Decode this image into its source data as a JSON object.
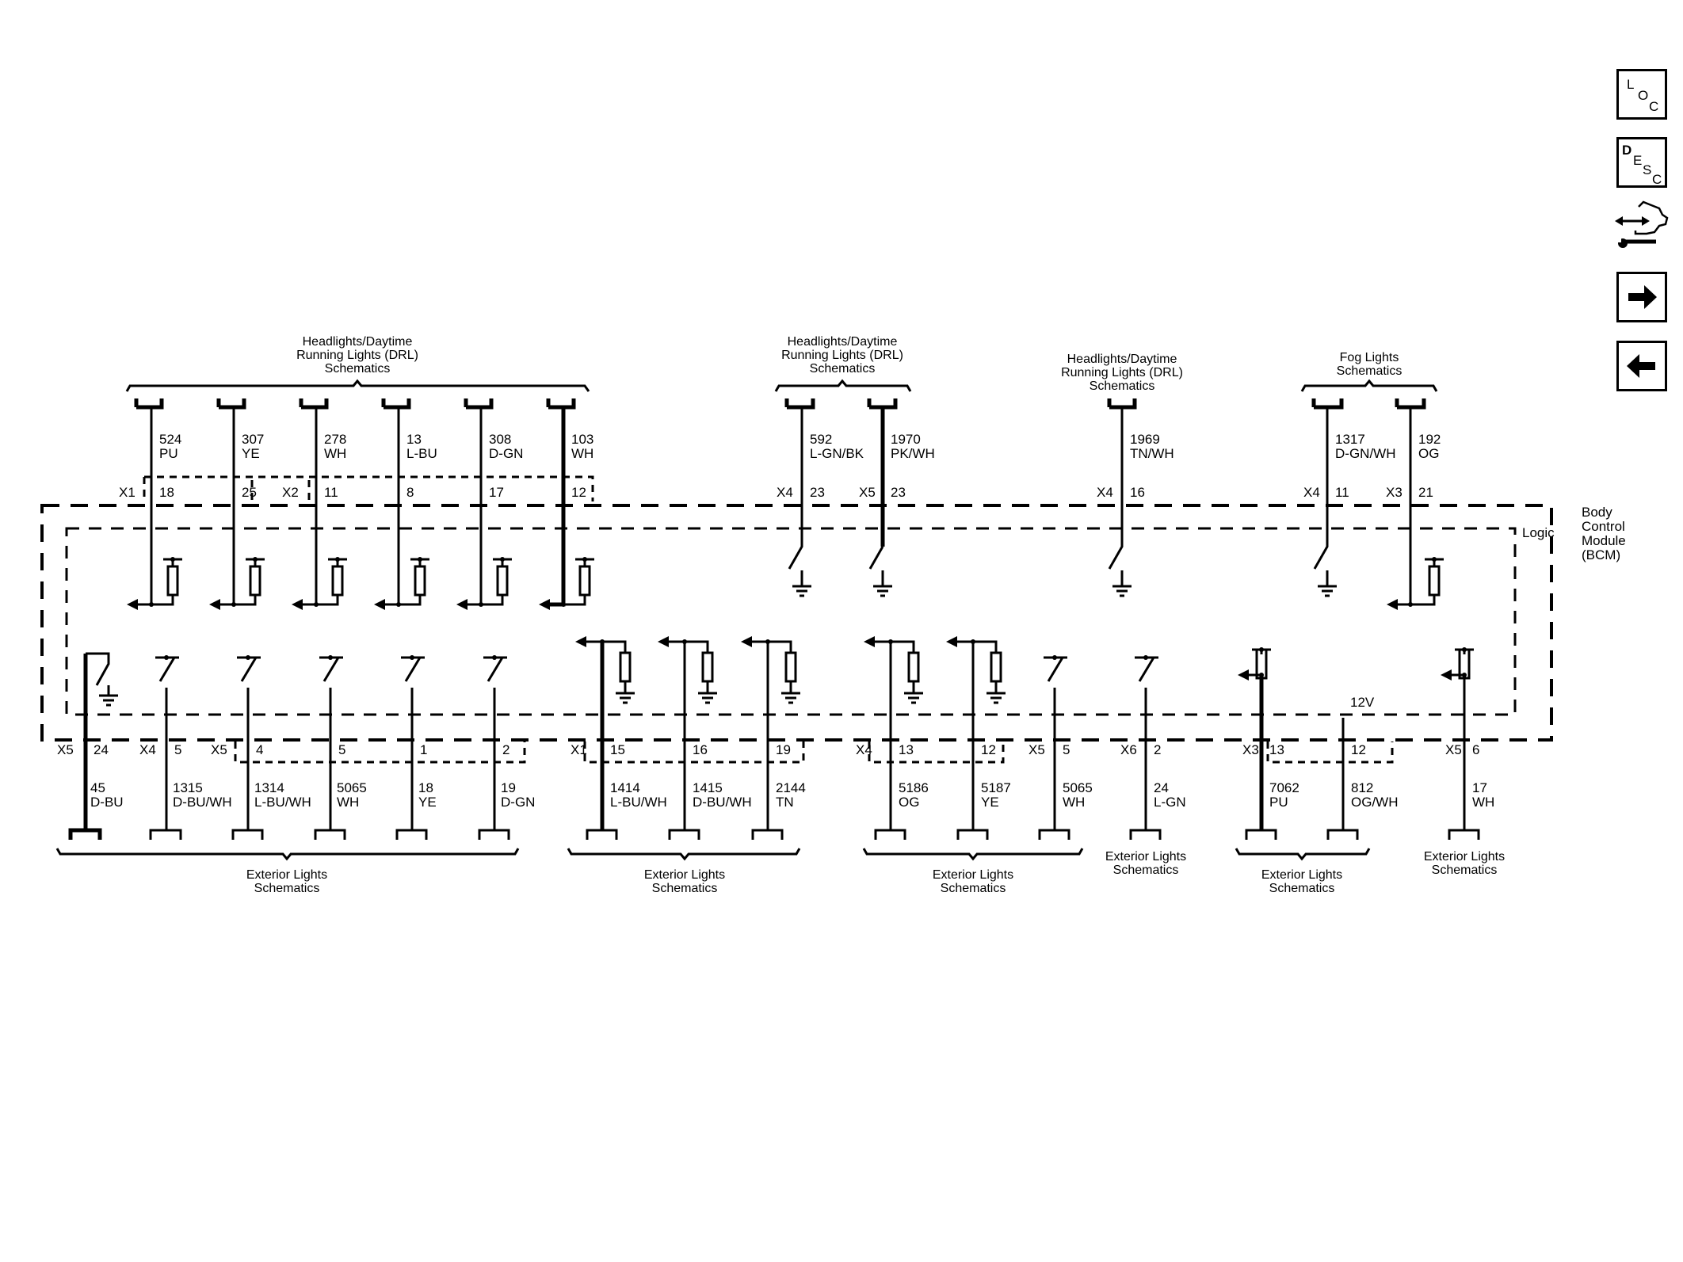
{
  "module": {
    "name_lines": [
      "Body",
      "Control",
      "Module",
      "(BCM)"
    ],
    "logic_label": "Logic",
    "voltage_label": "12V"
  },
  "top_groups": [
    {
      "caption": [
        "Headlights/Daytime",
        "Running Lights (DRL)",
        "Schematics"
      ]
    },
    {
      "caption": [
        "Headlights/Daytime",
        "Running Lights (DRL)",
        "Schematics"
      ]
    },
    {
      "caption": [
        "Headlights/Daytime",
        "Running Lights (DRL)",
        "Schematics"
      ]
    },
    {
      "caption": [
        "Fog Lights",
        "Schematics"
      ]
    }
  ],
  "top_wires": [
    {
      "circuit": "524",
      "color": "PU",
      "connector": "X1",
      "pin": "18"
    },
    {
      "circuit": "307",
      "color": "YE",
      "connector": "",
      "pin": "25"
    },
    {
      "circuit": "278",
      "color": "WH",
      "connector": "X2",
      "pin": "11"
    },
    {
      "circuit": "13",
      "color": "L-BU",
      "connector": "",
      "pin": "8"
    },
    {
      "circuit": "308",
      "color": "D-GN",
      "connector": "",
      "pin": "17"
    },
    {
      "circuit": "103",
      "color": "WH",
      "connector": "",
      "pin": "12"
    },
    {
      "circuit": "592",
      "color": "L-GN/BK",
      "connector": "X4",
      "pin": "23"
    },
    {
      "circuit": "1970",
      "color": "PK/WH",
      "connector": "X5",
      "pin": "23"
    },
    {
      "circuit": "1969",
      "color": "TN/WH",
      "connector": "X4",
      "pin": "16"
    },
    {
      "circuit": "1317",
      "color": "D-GN/WH",
      "connector": "X4",
      "pin": "11"
    },
    {
      "circuit": "192",
      "color": "OG",
      "connector": "X3",
      "pin": "21"
    }
  ],
  "bottom_groups": [
    {
      "caption": [
        "Exterior Lights",
        "Schematics"
      ]
    },
    {
      "caption": [
        "Exterior Lights",
        "Schematics"
      ]
    },
    {
      "caption": [
        "Exterior Lights",
        "Schematics"
      ]
    },
    {
      "caption": [
        "Exterior Lights",
        "Schematics"
      ]
    },
    {
      "caption": [
        "Exterior Lights",
        "Schematics"
      ]
    },
    {
      "caption": [
        "Exterior Lights",
        "Schematics"
      ]
    }
  ],
  "bottom_wires": [
    {
      "circuit": "45",
      "color": "D-BU",
      "connector": "X5",
      "pin": "24"
    },
    {
      "circuit": "1315",
      "color": "D-BU/WH",
      "connector": "X4",
      "pin": "5"
    },
    {
      "circuit": "1314",
      "color": "L-BU/WH",
      "connector": "X5",
      "pin": "4"
    },
    {
      "circuit": "5065",
      "color": "WH",
      "connector": "",
      "pin": "5"
    },
    {
      "circuit": "18",
      "color": "YE",
      "connector": "",
      "pin": "1"
    },
    {
      "circuit": "19",
      "color": "D-GN",
      "connector": "",
      "pin": "2"
    },
    {
      "circuit": "1414",
      "color": "L-BU/WH",
      "connector": "X1",
      "pin": "15"
    },
    {
      "circuit": "1415",
      "color": "D-BU/WH",
      "connector": "",
      "pin": "16"
    },
    {
      "circuit": "2144",
      "color": "TN",
      "connector": "",
      "pin": "19"
    },
    {
      "circuit": "5186",
      "color": "OG",
      "connector": "X4",
      "pin": "13"
    },
    {
      "circuit": "5187",
      "color": "YE",
      "connector": "",
      "pin": "12"
    },
    {
      "circuit": "5065",
      "color": "WH",
      "connector": "X5",
      "pin": "5"
    },
    {
      "circuit": "24",
      "color": "L-GN",
      "connector": "X6",
      "pin": "2"
    },
    {
      "circuit": "7062",
      "color": "PU",
      "connector": "X3",
      "pin": "13"
    },
    {
      "circuit": "812",
      "color": "OG/WH",
      "connector": "",
      "pin": "12"
    },
    {
      "circuit": "17",
      "color": "WH",
      "connector": "X5",
      "pin": "6"
    }
  ],
  "nav": {
    "loc": {
      "letters": [
        "L",
        "O",
        "C"
      ]
    },
    "desc": {
      "letters": [
        "D",
        "E",
        "S",
        "C"
      ]
    },
    "connector_icon": "connector-end-view-icon",
    "next_icon": "arrow-right-icon",
    "prev_icon": "arrow-left-icon"
  }
}
